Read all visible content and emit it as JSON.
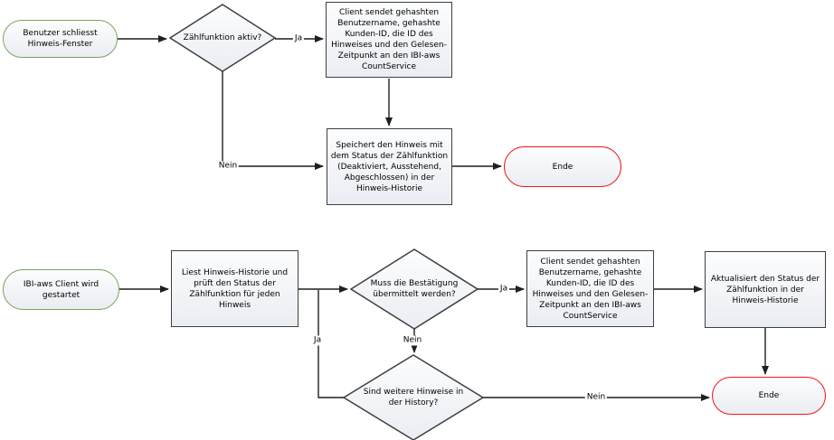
{
  "diagram": {
    "colors": {
      "start_border": "#7da35f",
      "end_border": "#f11717",
      "process_border": "#3f3f3f",
      "connector": "#1f1f1f",
      "shape_fill_top": "#fcfdfe",
      "shape_fill_bottom": "#eaedf2"
    },
    "nodes": {
      "start1": {
        "label": "Benutzer schliesst Hinweis-Fenster"
      },
      "decision1": {
        "label": "Zählfunktion aktiv?"
      },
      "process1": {
        "label": "Client sendet gehashten Benutzername, gehashte Kunden-ID, die ID des Hinweises und den Gelesen-Zeitpunkt an den IBI-aws CountService"
      },
      "process2": {
        "label": "Speichert den Hinweis mit dem Status der Zählfunktion (Deaktiviert, Ausstehend, Abgeschlossen) in der Hinweis-Historie"
      },
      "end1": {
        "label": "Ende"
      },
      "start2": {
        "label": "IBI-aws Client wird gestartet"
      },
      "process3": {
        "label": "Liest Hinweis-Historie und prüft den Status der Zählfunktion für jeden Hinweis"
      },
      "decision2": {
        "label": "Muss die Bestätigung übermittelt werden?"
      },
      "process4": {
        "label": "Client sendet gehashten Benutzername, gehashte Kunden-ID, die ID des Hinweises und den Gelesen-Zeitpunkt an den IBI-aws CountService"
      },
      "process5": {
        "label": "Aktualisiert den Status der Zählfunktion in der Hinweis-Historie"
      },
      "decision3": {
        "label": "Sind weitere Hinweise in der History?"
      },
      "end2": {
        "label": "Ende"
      }
    },
    "edge_labels": {
      "ja1": "Ja",
      "nein1": "Nein",
      "ja2": "Ja",
      "nein2": "Nein",
      "ja3": "Ja",
      "nein3": "Nein"
    }
  }
}
